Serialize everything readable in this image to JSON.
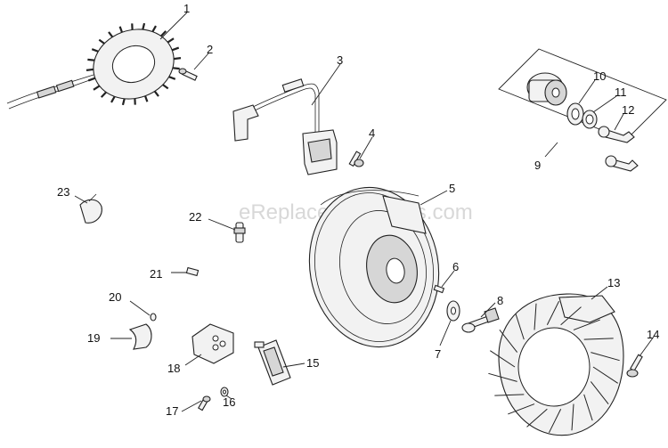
{
  "watermark": "eReplacementParts.com",
  "callouts": {
    "c1": "1",
    "c2": "2",
    "c3": "3",
    "c4": "4",
    "c5": "5",
    "c6": "6",
    "c7": "7",
    "c8": "8",
    "c9": "9",
    "c10": "10",
    "c11": "11",
    "c12": "12",
    "c13": "13",
    "c14": "14",
    "c15": "15",
    "c16": "16",
    "c17": "17",
    "c18": "18",
    "c19": "19",
    "c20": "20",
    "c21": "21",
    "c22": "22",
    "c23": "23"
  },
  "colors": {
    "line": "#222222",
    "fill": "#f2f2f2",
    "watermark": "#c8c8c8"
  }
}
